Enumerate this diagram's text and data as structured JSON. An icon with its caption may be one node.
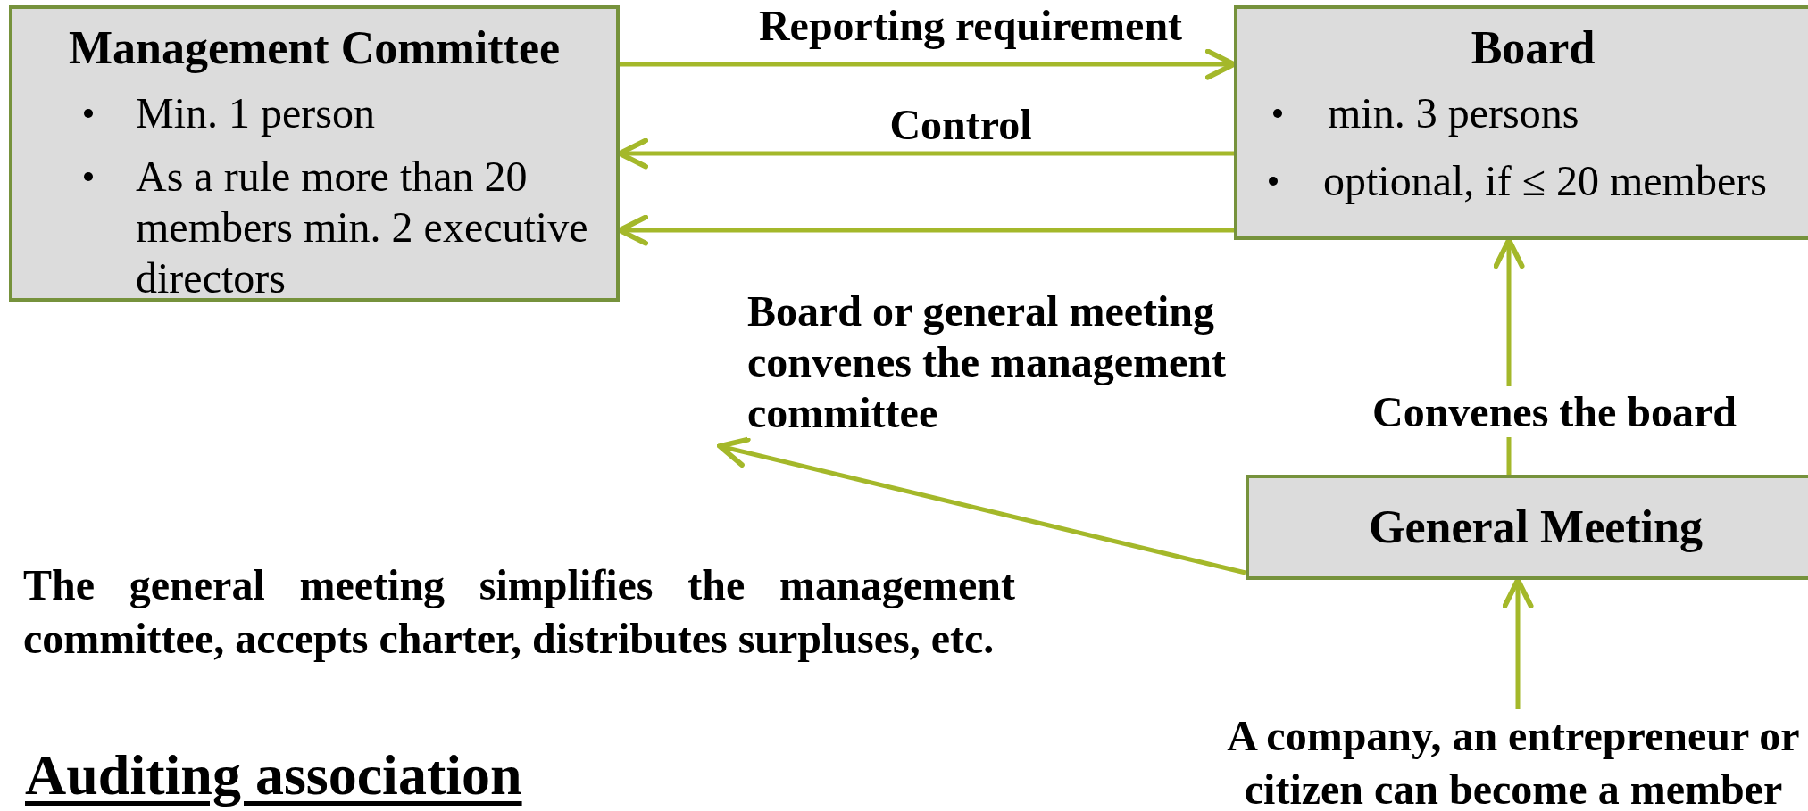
{
  "diagram": {
    "nodes": [
      {
        "text": [
          "Management Committee",
          "Min. 1 person",
          "As a rule more than 20 members min. 2 executive directors"
        ]
      },
      {
        "text": [
          "Board",
          "min. 3 persons",
          "optional, if ≤ 20 members"
        ]
      },
      {
        "text": [
          "General Meeting"
        ]
      },
      {
        "text": [
          "The general meeting simplifies the management committee, accepts charter, distributes surpluses, etc."
        ]
      },
      {
        "text": [
          "A company, an entrepreneur or citizen can become a member"
        ]
      }
    ],
    "edges": [
      {
        "from": 0,
        "to": 1,
        "arrow": "to",
        "label": "Reporting requirement"
      },
      {
        "from": 1,
        "to": 0,
        "arrow": "to",
        "label": "Control"
      },
      {
        "from": 1,
        "to": 0,
        "arrow": "to",
        "label": "Board or general meeting convenes the management committee"
      },
      {
        "from": 2,
        "to": 1,
        "arrow": "to",
        "label": "Convenes the board"
      },
      {
        "from": 4,
        "to": 2,
        "arrow": "to"
      },
      {
        "from": 2,
        "to": null,
        "arrow": "to"
      }
    ],
    "labels": [
      "Auditing association"
    ]
  }
}
